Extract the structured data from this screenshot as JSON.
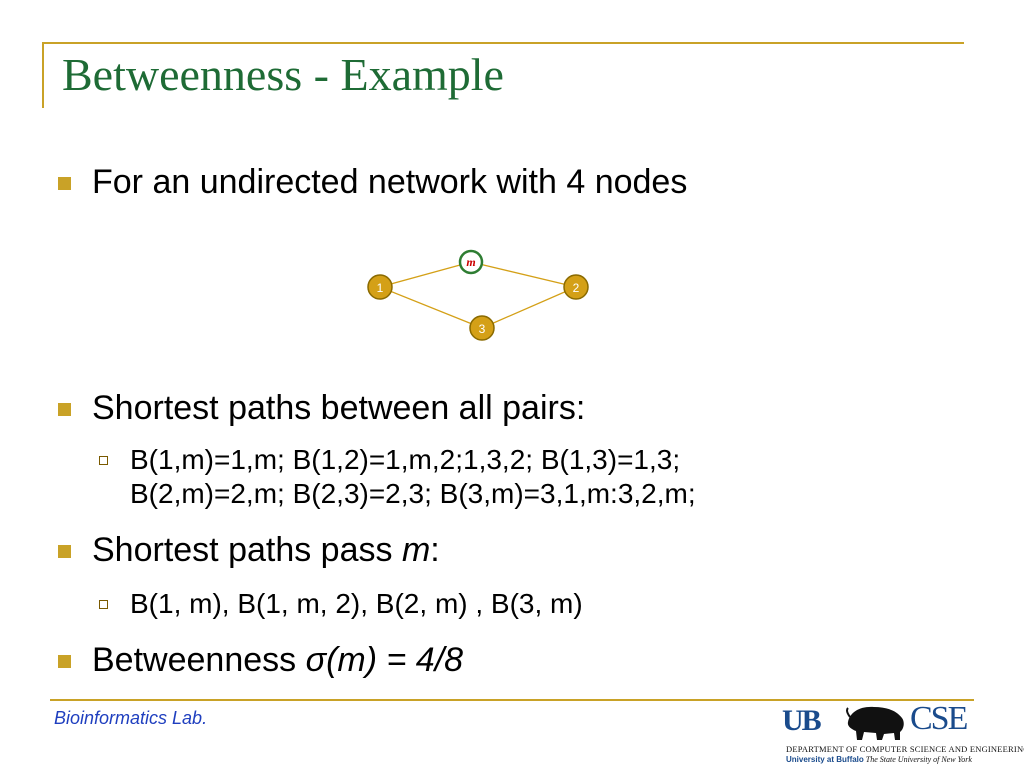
{
  "title": "Betweenness - Example",
  "bullets": {
    "b1": "For an undirected network with 4 nodes",
    "b2": "Shortest paths between all pairs:",
    "b2_sub_line1": "B(1,m)=1,m; B(1,2)=1,m,2;1,3,2; B(1,3)=1,3;",
    "b2_sub_line2": "B(2,m)=2,m; B(2,3)=2,3; B(3,m)=3,1,m:3,2,m;",
    "b3_prefix": "Shortest paths pass ",
    "b3_var": "m",
    "b3_suffix": ":",
    "b3_sub": "B(1, m), B(1, m, 2), B(2, m) , B(3, m)",
    "b4_prefix": "Betweenness ",
    "b4_formula": "σ(m) = 4/8"
  },
  "graph": {
    "nodes": {
      "m": "m",
      "n1": "1",
      "n2": "2",
      "n3": "3"
    },
    "edges": [
      [
        "1",
        "m"
      ],
      [
        "m",
        "2"
      ],
      [
        "1",
        "3"
      ],
      [
        "3",
        "2"
      ]
    ],
    "colors": {
      "edge": "#d4a017",
      "node_fill": "#d4a017",
      "node_stroke": "#8a6a00",
      "m_stroke": "#2e7d32",
      "m_label": "#cc0000"
    }
  },
  "footer": {
    "lab": "Bioinformatics Lab.",
    "logo_ub": "UB",
    "logo_cse": "CSE",
    "dept": "DEPARTMENT OF COMPUTER SCIENCE AND ENGINEERING",
    "univ_bold": "University at Buffalo",
    "univ_italic": " The State University of New York"
  },
  "colors": {
    "title": "#1e6b35",
    "accent": "#c9a227",
    "footer_text": "#1f3fbf"
  }
}
